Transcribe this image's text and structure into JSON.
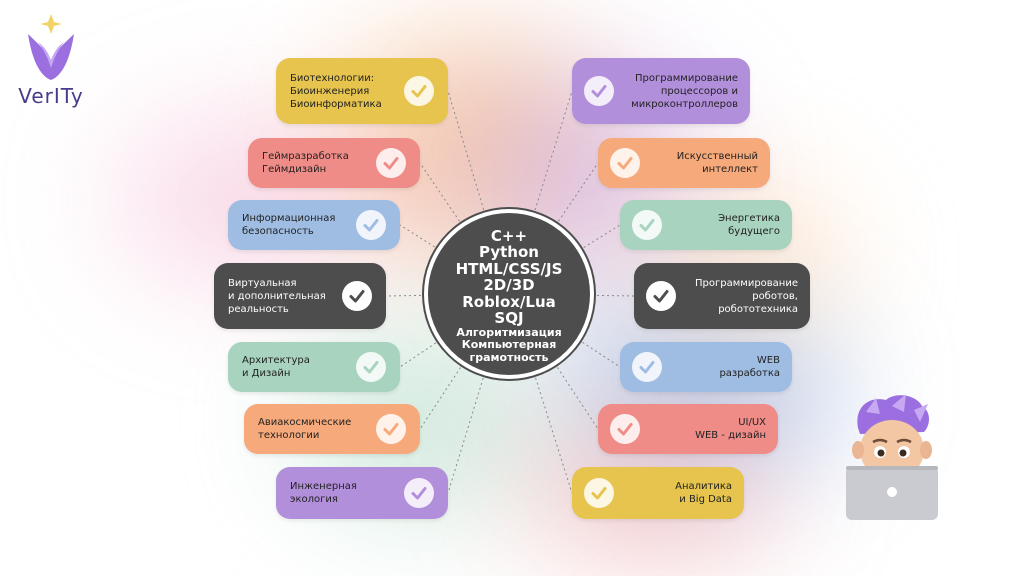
{
  "brand": {
    "name": "VerITy",
    "color": "#9b6fe0",
    "star_color": "#f2d36a"
  },
  "center": {
    "main_lines": [
      "C++",
      "Python",
      "HTML/CSS/JS",
      "2D/3D",
      "Roblox/Lua",
      "SQJ"
    ],
    "sub_lines": [
      "Алгоритмизация",
      "Компьютерная",
      "грамотность"
    ],
    "color": "#4d4d4d"
  },
  "left_nodes": [
    {
      "label": "Биотехнологии:\nБиоинженерия\nБиоинформатика",
      "color": "#e6c44e"
    },
    {
      "label": "Геймразработка\nГеймдизайн",
      "color": "#ef8c87"
    },
    {
      "label": "Информационная\nбезопасность",
      "color": "#9fbde3"
    },
    {
      "label": "Виртуальная\nи дополнительная\nреальность",
      "color": "#4d4d4d"
    },
    {
      "label": "Архитектура\nи Дизайн",
      "color": "#a8d4bf"
    },
    {
      "label": "Авиакосмические\nтехнологии",
      "color": "#f6a97a"
    },
    {
      "label": "Инженерная\nэкология",
      "color": "#b28fdb"
    }
  ],
  "right_nodes": [
    {
      "label": "Программирование\nпроцессоров и\nмикроконтроллеров",
      "color": "#b28fdb"
    },
    {
      "label": "Искусственный\nинтеллект",
      "color": "#f6a97a"
    },
    {
      "label": "Энергетика\nбудущего",
      "color": "#a8d4bf"
    },
    {
      "label": "Программирование\nроботов,\nробототехника",
      "color": "#4d4d4d"
    },
    {
      "label": "WEB\nразработка",
      "color": "#9fbde3"
    },
    {
      "label": "UI/UX\nWEB - дизайн",
      "color": "#ef8c87"
    },
    {
      "label": "Аналитика\nи Big Data",
      "color": "#e6c44e"
    }
  ]
}
